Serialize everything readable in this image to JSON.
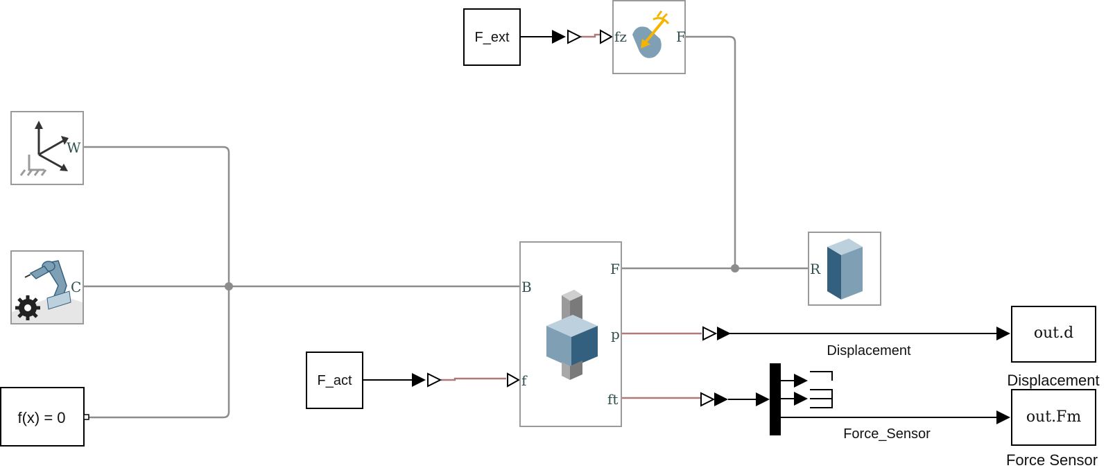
{
  "blocks": {
    "f_ext": {
      "label": "F_ext"
    },
    "f_act": {
      "label": "F_act"
    },
    "solver": {
      "label": "f(x) = 0"
    },
    "out_d": {
      "label": "out.d",
      "caption": "Displacement"
    },
    "out_fm": {
      "label": "out.Fm",
      "caption": "Force Sensor"
    }
  },
  "ports": {
    "world_w": "W",
    "config_c": "C",
    "force_fz": "fz",
    "force_f": "F",
    "joint_b": "B",
    "joint_f": "F",
    "joint_p": "p",
    "joint_ft": "ft",
    "joint_f_in": "f",
    "solid_r": "R"
  },
  "signals": {
    "displacement": "Displacement",
    "force_sensor": "Force_Sensor"
  },
  "icons": [
    "world-frame-icon",
    "mechanism-configuration-icon",
    "external-force-icon",
    "prismatic-joint-icon",
    "solid-block-icon"
  ],
  "colors": {
    "physical_line": "#8c8c8c",
    "ps_line": "#b07a7a",
    "signal_line": "#000000",
    "icon_blue": "#7f9fb5",
    "icon_dark_blue": "#33607f",
    "force_arrow": "#f5b400",
    "port_text": "#2f4f4f"
  }
}
